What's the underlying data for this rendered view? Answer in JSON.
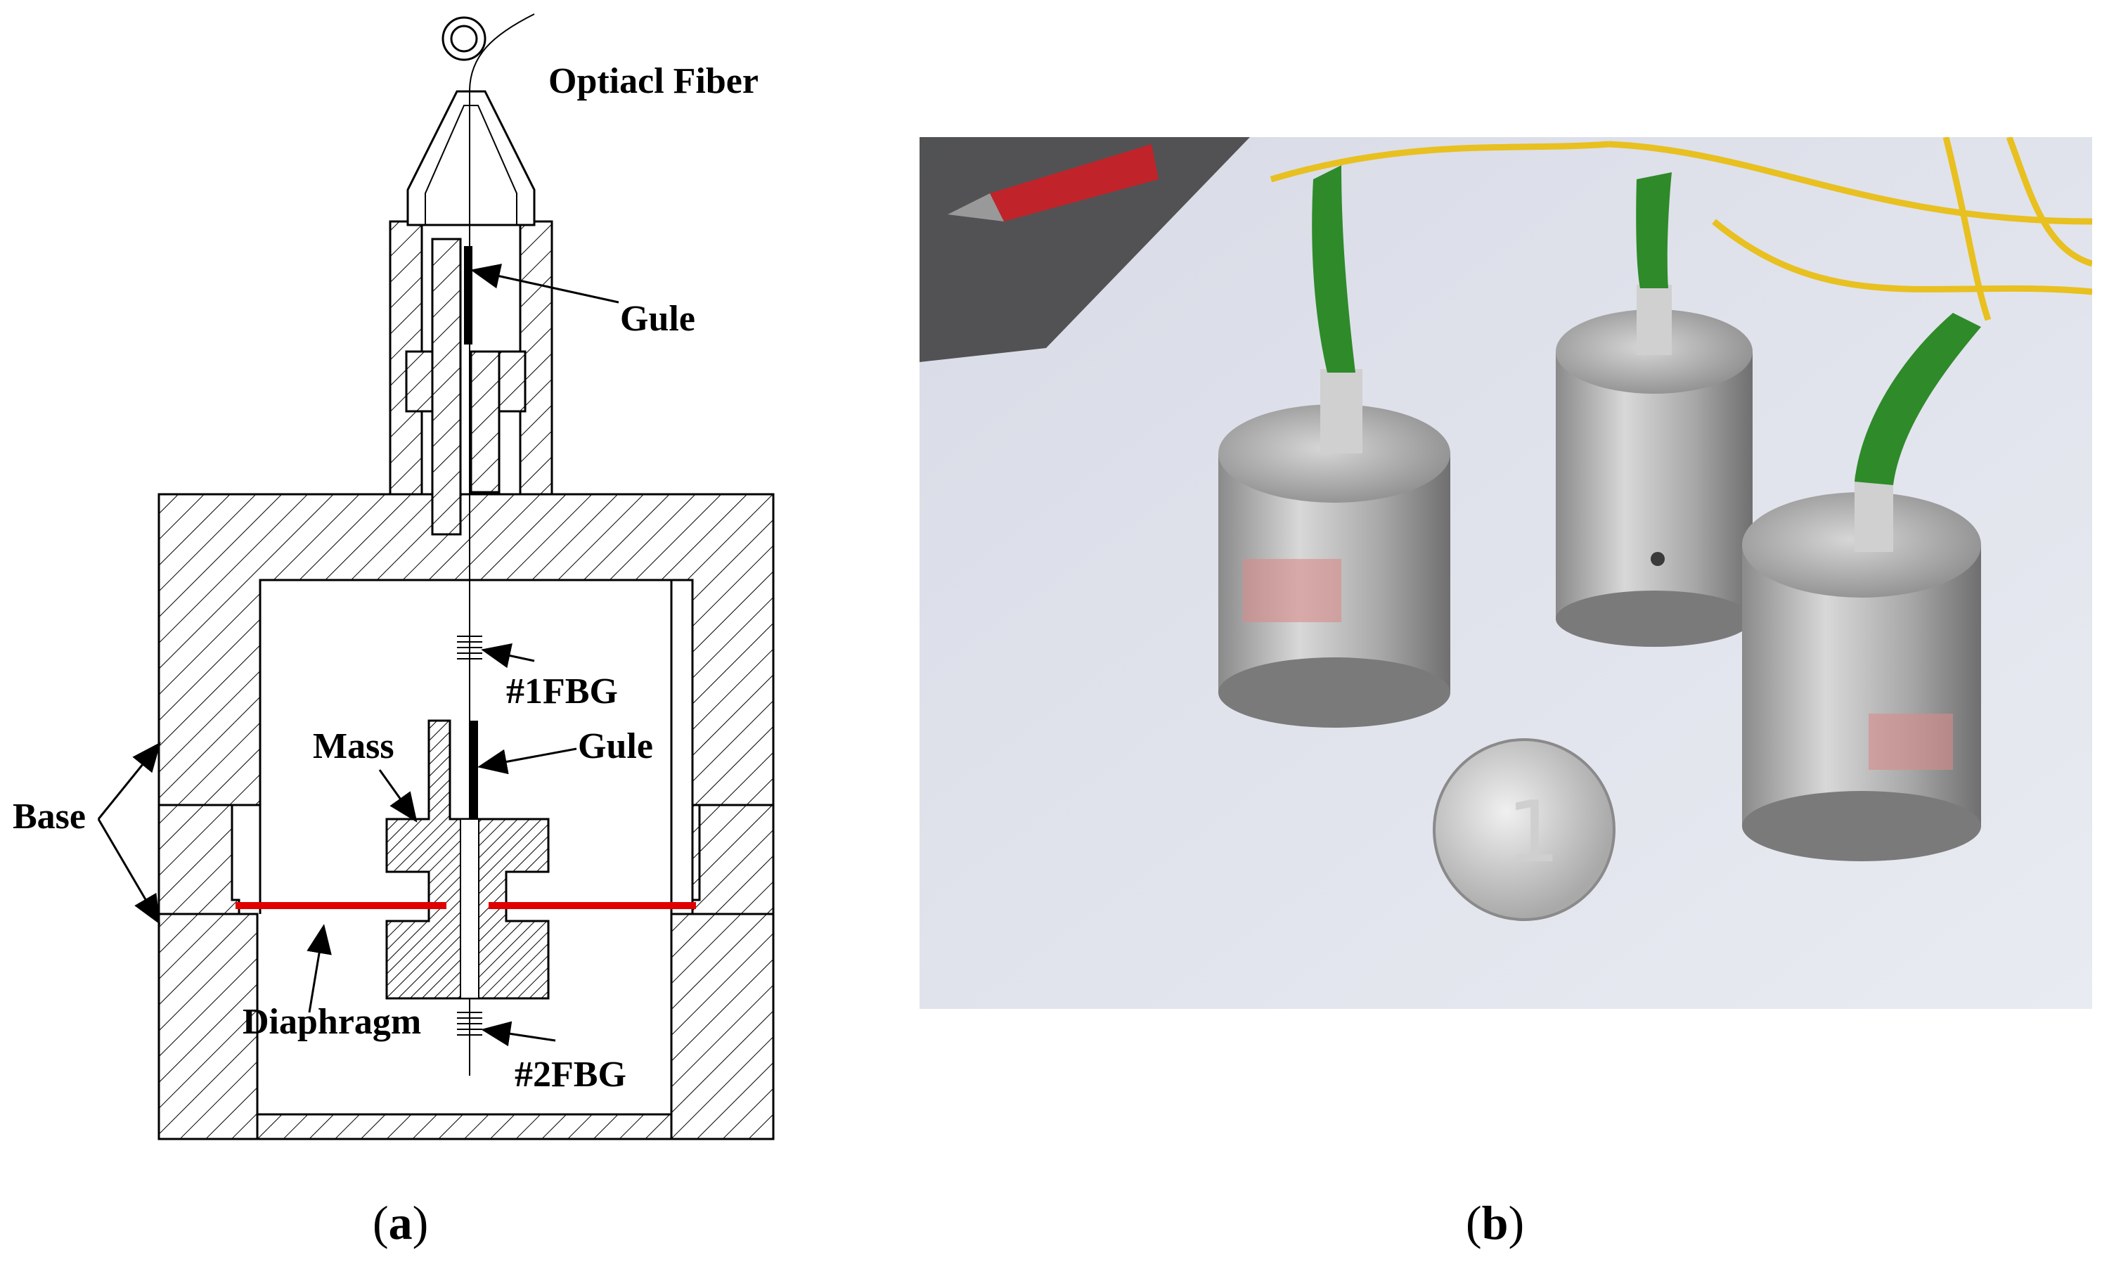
{
  "panel_a": {
    "labels": {
      "optical_fiber": "Optiacl Fiber",
      "glue_top": "Gule",
      "fbg1": "#1FBG",
      "mass": "Mass",
      "glue_mid": "Gule",
      "base": "Base",
      "diaphragm": "Diaphragm",
      "fbg2": "#2FBG"
    },
    "caption": {
      "open": "(",
      "letter": "a",
      "close": ")"
    },
    "colors": {
      "diaphragm": "#e00000",
      "line": "#000000"
    }
  },
  "panel_b": {
    "caption": {
      "open": "(",
      "letter": "b",
      "close": ")"
    },
    "description_icons": [
      "sensor-cylinder",
      "coin",
      "fiber-cable"
    ],
    "colors": {
      "fiber_green": "#2f8a2a",
      "fiber_yellow": "#e8c020",
      "metal": "#b8b8b8"
    }
  }
}
